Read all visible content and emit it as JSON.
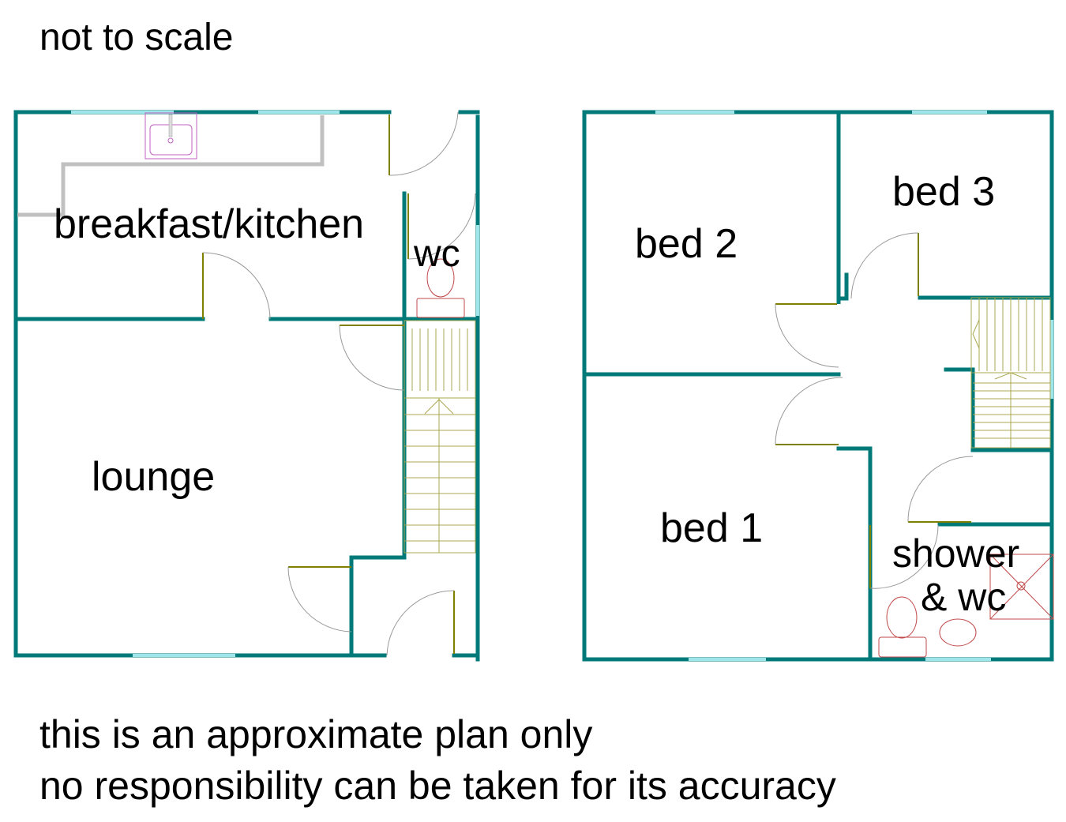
{
  "header": {
    "note": "not to scale"
  },
  "ground_floor": {
    "rooms": [
      "breakfast/kitchen",
      "wc",
      "lounge"
    ]
  },
  "first_floor": {
    "rooms": [
      "bed 2",
      "bed 3",
      "bed 1",
      "shower",
      "& wc"
    ]
  },
  "footer": {
    "line1": "this is an approximate plan only",
    "line2": "no responsibility can be taken for its accuracy"
  },
  "colors": {
    "wall": "#007a78",
    "window": "#9fe6ea",
    "door": "#808000",
    "fixture": "#c04848"
  }
}
